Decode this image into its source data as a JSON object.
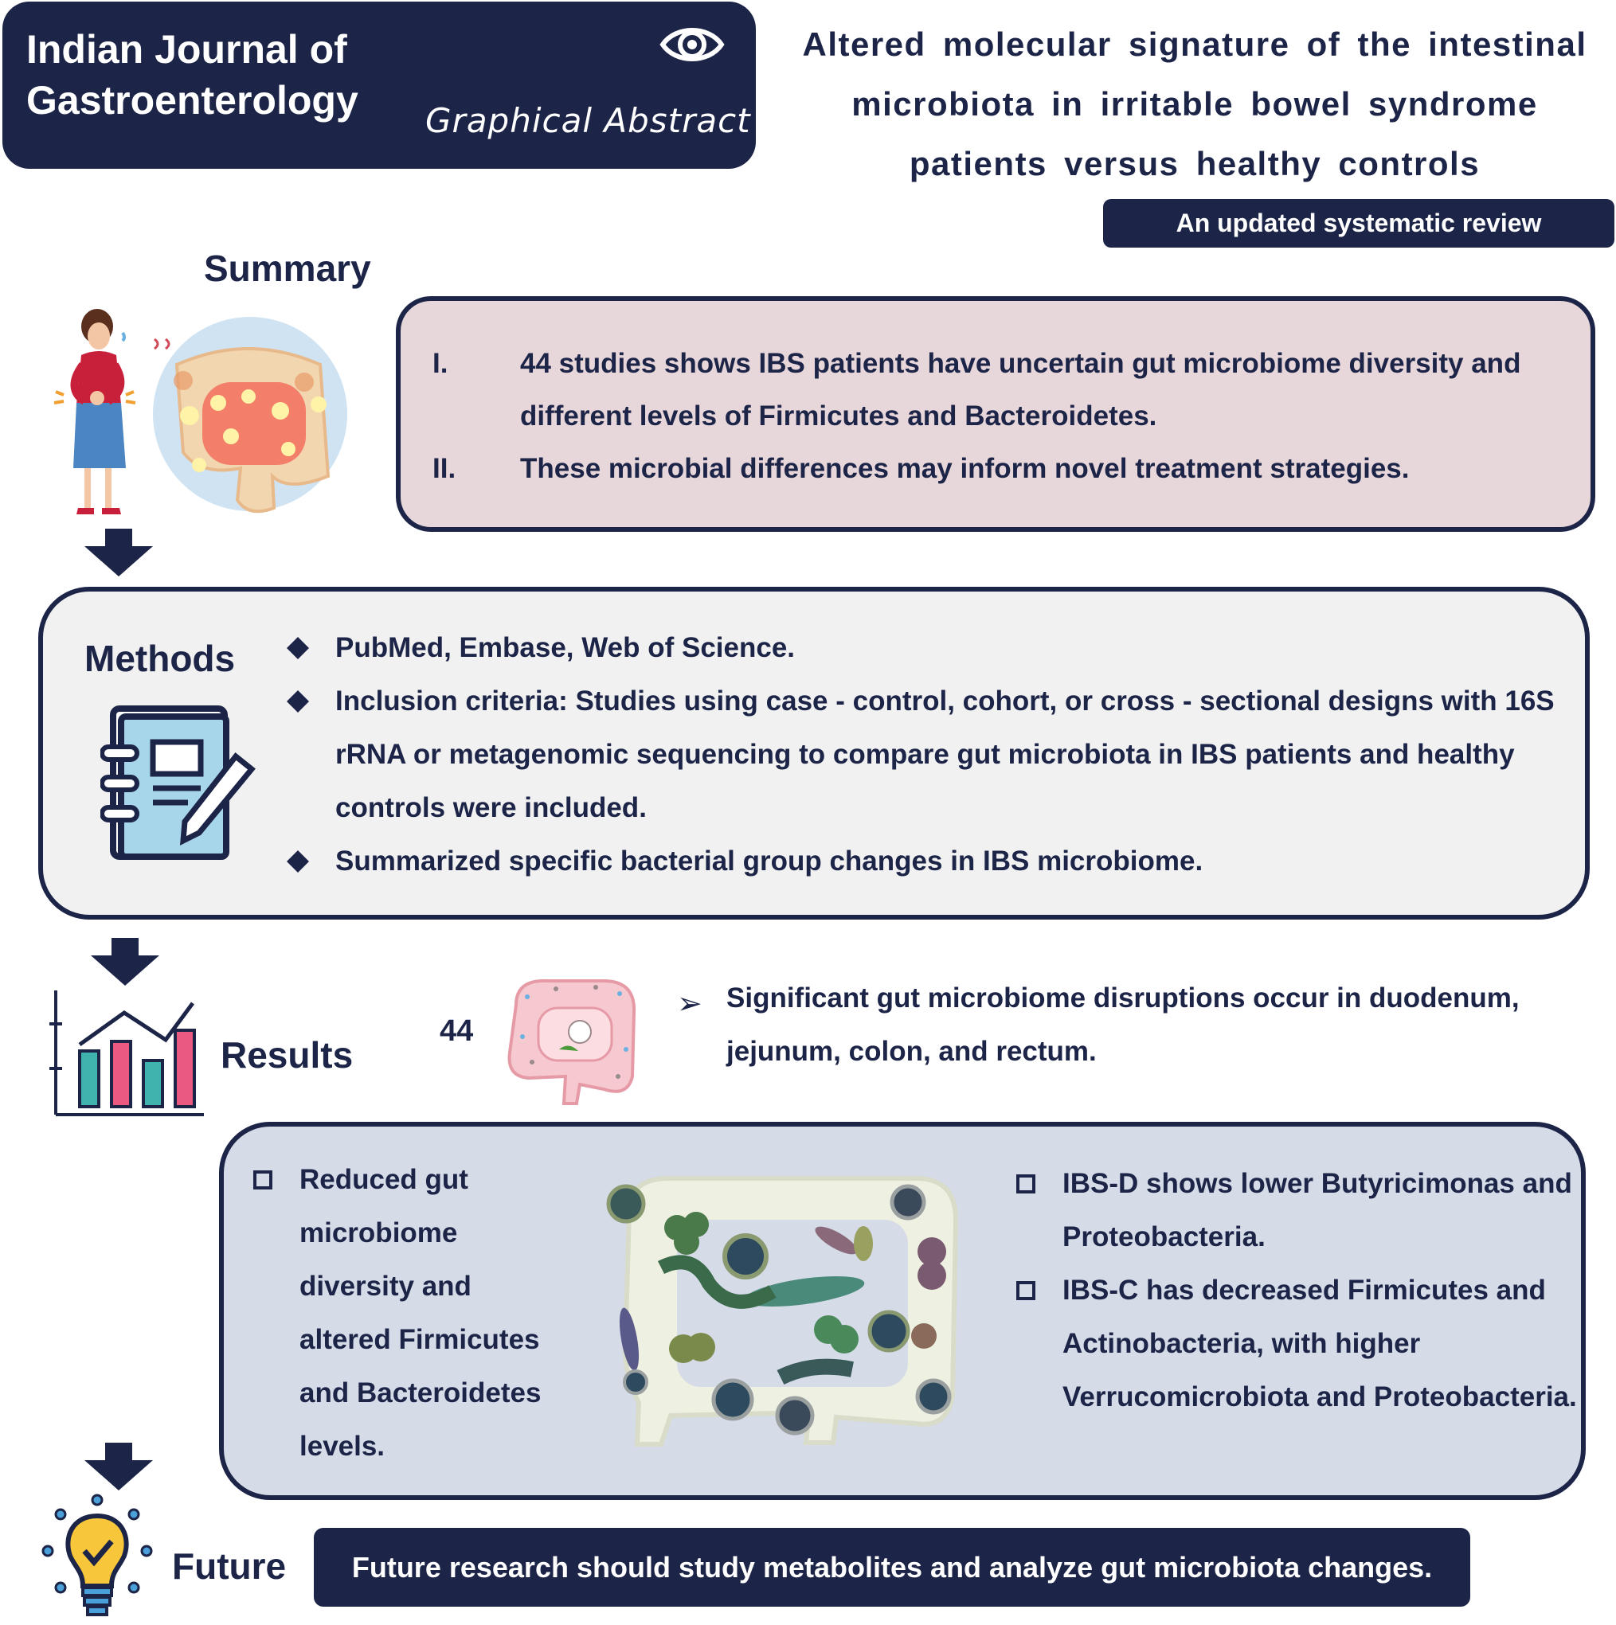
{
  "header": {
    "journal_title": "Indian Journal of Gastroenterology",
    "subtitle": "Graphical Abstract",
    "eye_icon": "eye-icon"
  },
  "title": "Altered molecular signature of the intestinal microbiota in irritable bowel syndrome patients versus healthy controls",
  "review_type": "An updated systematic review",
  "summary": {
    "heading": "Summary",
    "items": [
      {
        "num": "I.",
        "text": "44 studies shows IBS patients have uncertain  gut microbiome diversity and different levels of Firmicutes and Bacteroidetes."
      },
      {
        "num": "II.",
        "text": "These microbial differences may inform novel treatment strategies."
      }
    ]
  },
  "methods": {
    "heading": "Methods",
    "items": [
      "PubMed, Embase, Web of Science.",
      "Inclusion criteria: Studies using case - control, cohort, or cross - sectional designs with 16S rRNA or metagenomic sequencing to compare gut microbiota in IBS patients and healthy controls were included.",
      "Summarized specific bacterial group changes in IBS microbiome."
    ]
  },
  "results": {
    "heading": "Results",
    "count": "44",
    "bullet": "➢",
    "text": "Significant gut microbiome disruptions occur in duodenum, jejunum, colon, and rectum.",
    "findings_left": "Reduced gut microbiome diversity and altered Firmicutes and Bacteroidetes levels.",
    "findings_right": [
      "IBS-D shows lower Butyricimonas and Proteobacteria.",
      "IBS-C has decreased Firmicutes and Actinobacteria, with higher Verrucomicrobiota and Proteobacteria."
    ]
  },
  "future": {
    "heading": "Future",
    "text": "Future research should study metabolites and analyze gut microbiota changes."
  },
  "colors": {
    "navy": "#1c2447",
    "summary_bg": "#e8d7da",
    "methods_bg": "#f1f1f1",
    "findings_bg": "#d5dbe7"
  }
}
